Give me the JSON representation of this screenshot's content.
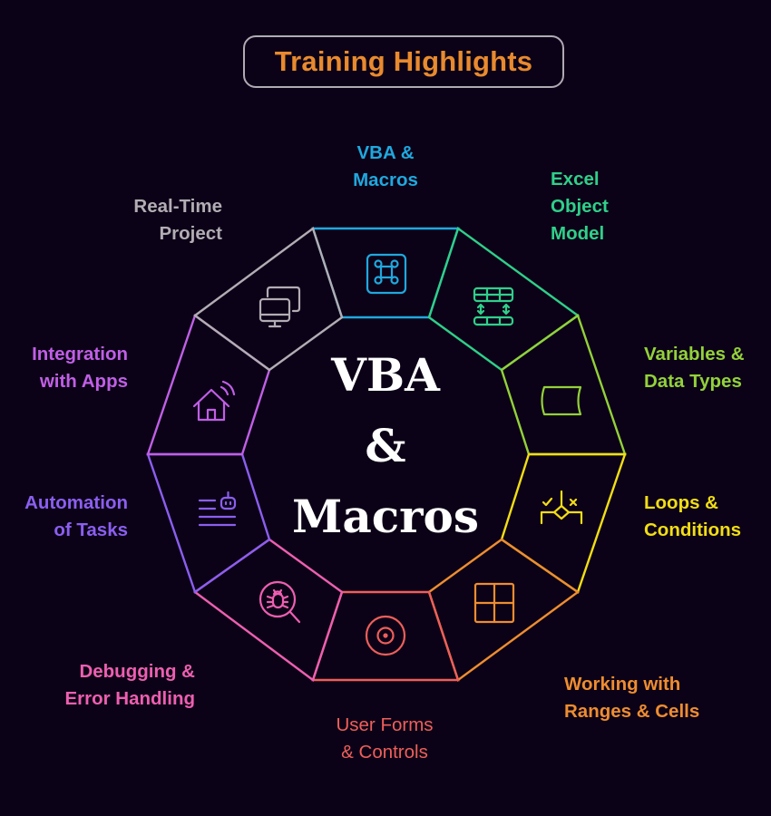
{
  "title": "Training Highlights",
  "center": {
    "line1": "VBA",
    "line2": "&",
    "line3": "Macros"
  },
  "colors": {
    "background": "#0c0217",
    "title": "#e88a2e",
    "title_border": "#b0aab4",
    "center_text": "#ffffff"
  },
  "segments": [
    {
      "id": "vba-macros",
      "label": "VBA &\nMacros",
      "color": "#1fa8df",
      "icon": "command-key-icon"
    },
    {
      "id": "excel-object-model",
      "label": "Excel\nObject\nModel",
      "color": "#2fd08a",
      "icon": "table-transfer-icon"
    },
    {
      "id": "variables-data-types",
      "label": "Variables &\nData Types",
      "color": "#93d13a",
      "icon": "variable-shape-icon"
    },
    {
      "id": "loops-conditions",
      "label": "Loops &\nConditions",
      "color": "#f2de14",
      "icon": "branch-decision-icon"
    },
    {
      "id": "working-ranges-cells",
      "label": "Working with\nRanges & Cells",
      "color": "#ee8d30",
      "icon": "grid-cells-icon"
    },
    {
      "id": "user-forms-controls",
      "label": "User Forms\n& Controls",
      "color": "#ee5f5a",
      "icon": "target-control-icon"
    },
    {
      "id": "debugging-error-handling",
      "label": "Debugging &\nError Handling",
      "color": "#ed5fb0",
      "icon": "bug-search-icon"
    },
    {
      "id": "automation-of-tasks",
      "label": "Automation\nof Tasks",
      "color": "#8a5ff0",
      "icon": "robot-document-icon"
    },
    {
      "id": "integration-with-apps",
      "label": "Integration\nwith Apps",
      "color": "#c05fe6",
      "icon": "smart-home-icon"
    },
    {
      "id": "real-time-project",
      "label": "Real-Time\nProject",
      "color": "#b2adb4",
      "icon": "monitors-icon"
    }
  ]
}
